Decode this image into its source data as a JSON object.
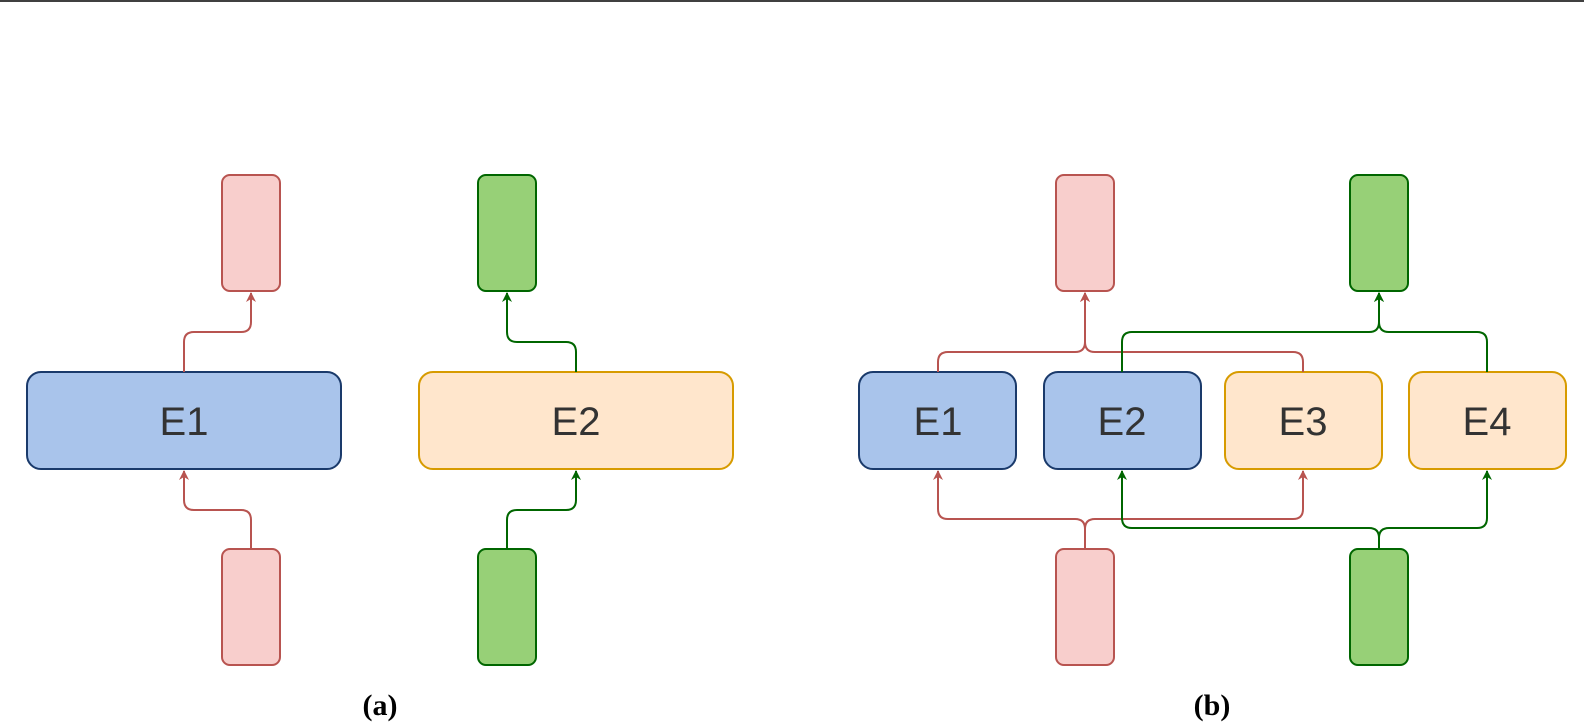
{
  "colors": {
    "red_stroke": "#b85450",
    "red_fill": "#f8cecc",
    "green_stroke": "#006600",
    "green_fill": "#97d077",
    "blue_stroke": "#1a3a6b",
    "blue_fill": "#a9c4eb",
    "orange_stroke": "#d79b00",
    "orange_fill": "#ffe6cc"
  },
  "panel_a": {
    "caption": "(a)",
    "experts": [
      {
        "label": "E1",
        "color": "blue"
      },
      {
        "label": "E2",
        "color": "orange"
      }
    ]
  },
  "panel_b": {
    "caption": "(b)",
    "experts": [
      {
        "label": "E1",
        "color": "blue"
      },
      {
        "label": "E2",
        "color": "blue"
      },
      {
        "label": "E3",
        "color": "orange"
      },
      {
        "label": "E4",
        "color": "orange"
      }
    ]
  }
}
